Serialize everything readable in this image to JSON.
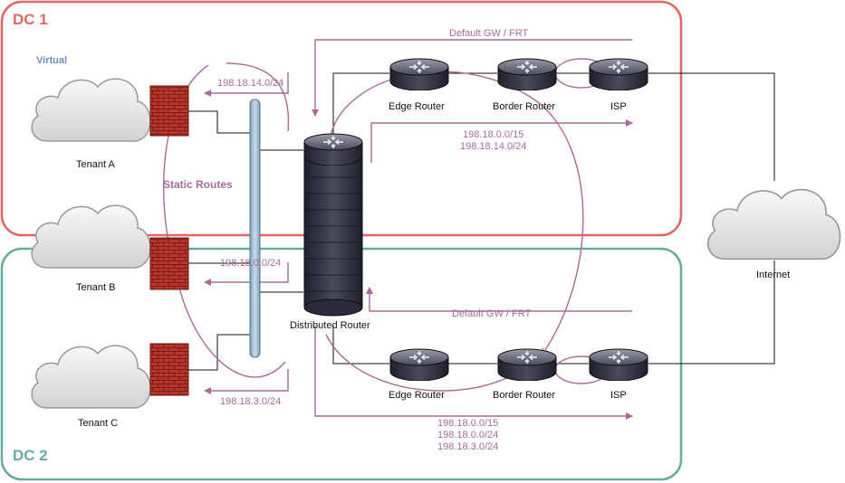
{
  "dc1": {
    "title": "DC 1",
    "color": "#e06666"
  },
  "dc2": {
    "title": "DC 2",
    "color": "#67ab9f"
  },
  "virtual_label": "Virtual",
  "static_routes_label": "Static Routes",
  "tenants": {
    "a": "Tenant A",
    "b": "Tenant B",
    "c": "Tenant C"
  },
  "internet_label": "Internet",
  "distributed_router_label": "Distributed Router",
  "dc1_routers": {
    "edge": "Edge Router",
    "border": "Border Router",
    "isp": "ISP"
  },
  "dc2_routers": {
    "edge": "Edge Router",
    "border": "Border Router",
    "isp": "ISP"
  },
  "routes": {
    "default_gw_top": "Default GW / FRT",
    "default_gw_bottom": "Default GW / FRT",
    "tenant_a_net": "198.18.14.0/24",
    "tenant_b_net": "198.18.0.0/24",
    "tenant_c_net": "198.18.3.0/24",
    "dc1_adv_1": "198.18.0.0/15",
    "dc1_adv_2": "198.18.14.0/24",
    "dc2_adv_1": "198.18.0.0/15",
    "dc2_adv_2": "198.18.0.0/24",
    "dc2_adv_3": "198.18.3.0/24"
  },
  "colors": {
    "route": "#a86a9a",
    "firewall": "#c0392b",
    "router_body": "#2d2d3e",
    "switch_bar": "#a9c4dc",
    "cloud": "#e6e6e6"
  }
}
